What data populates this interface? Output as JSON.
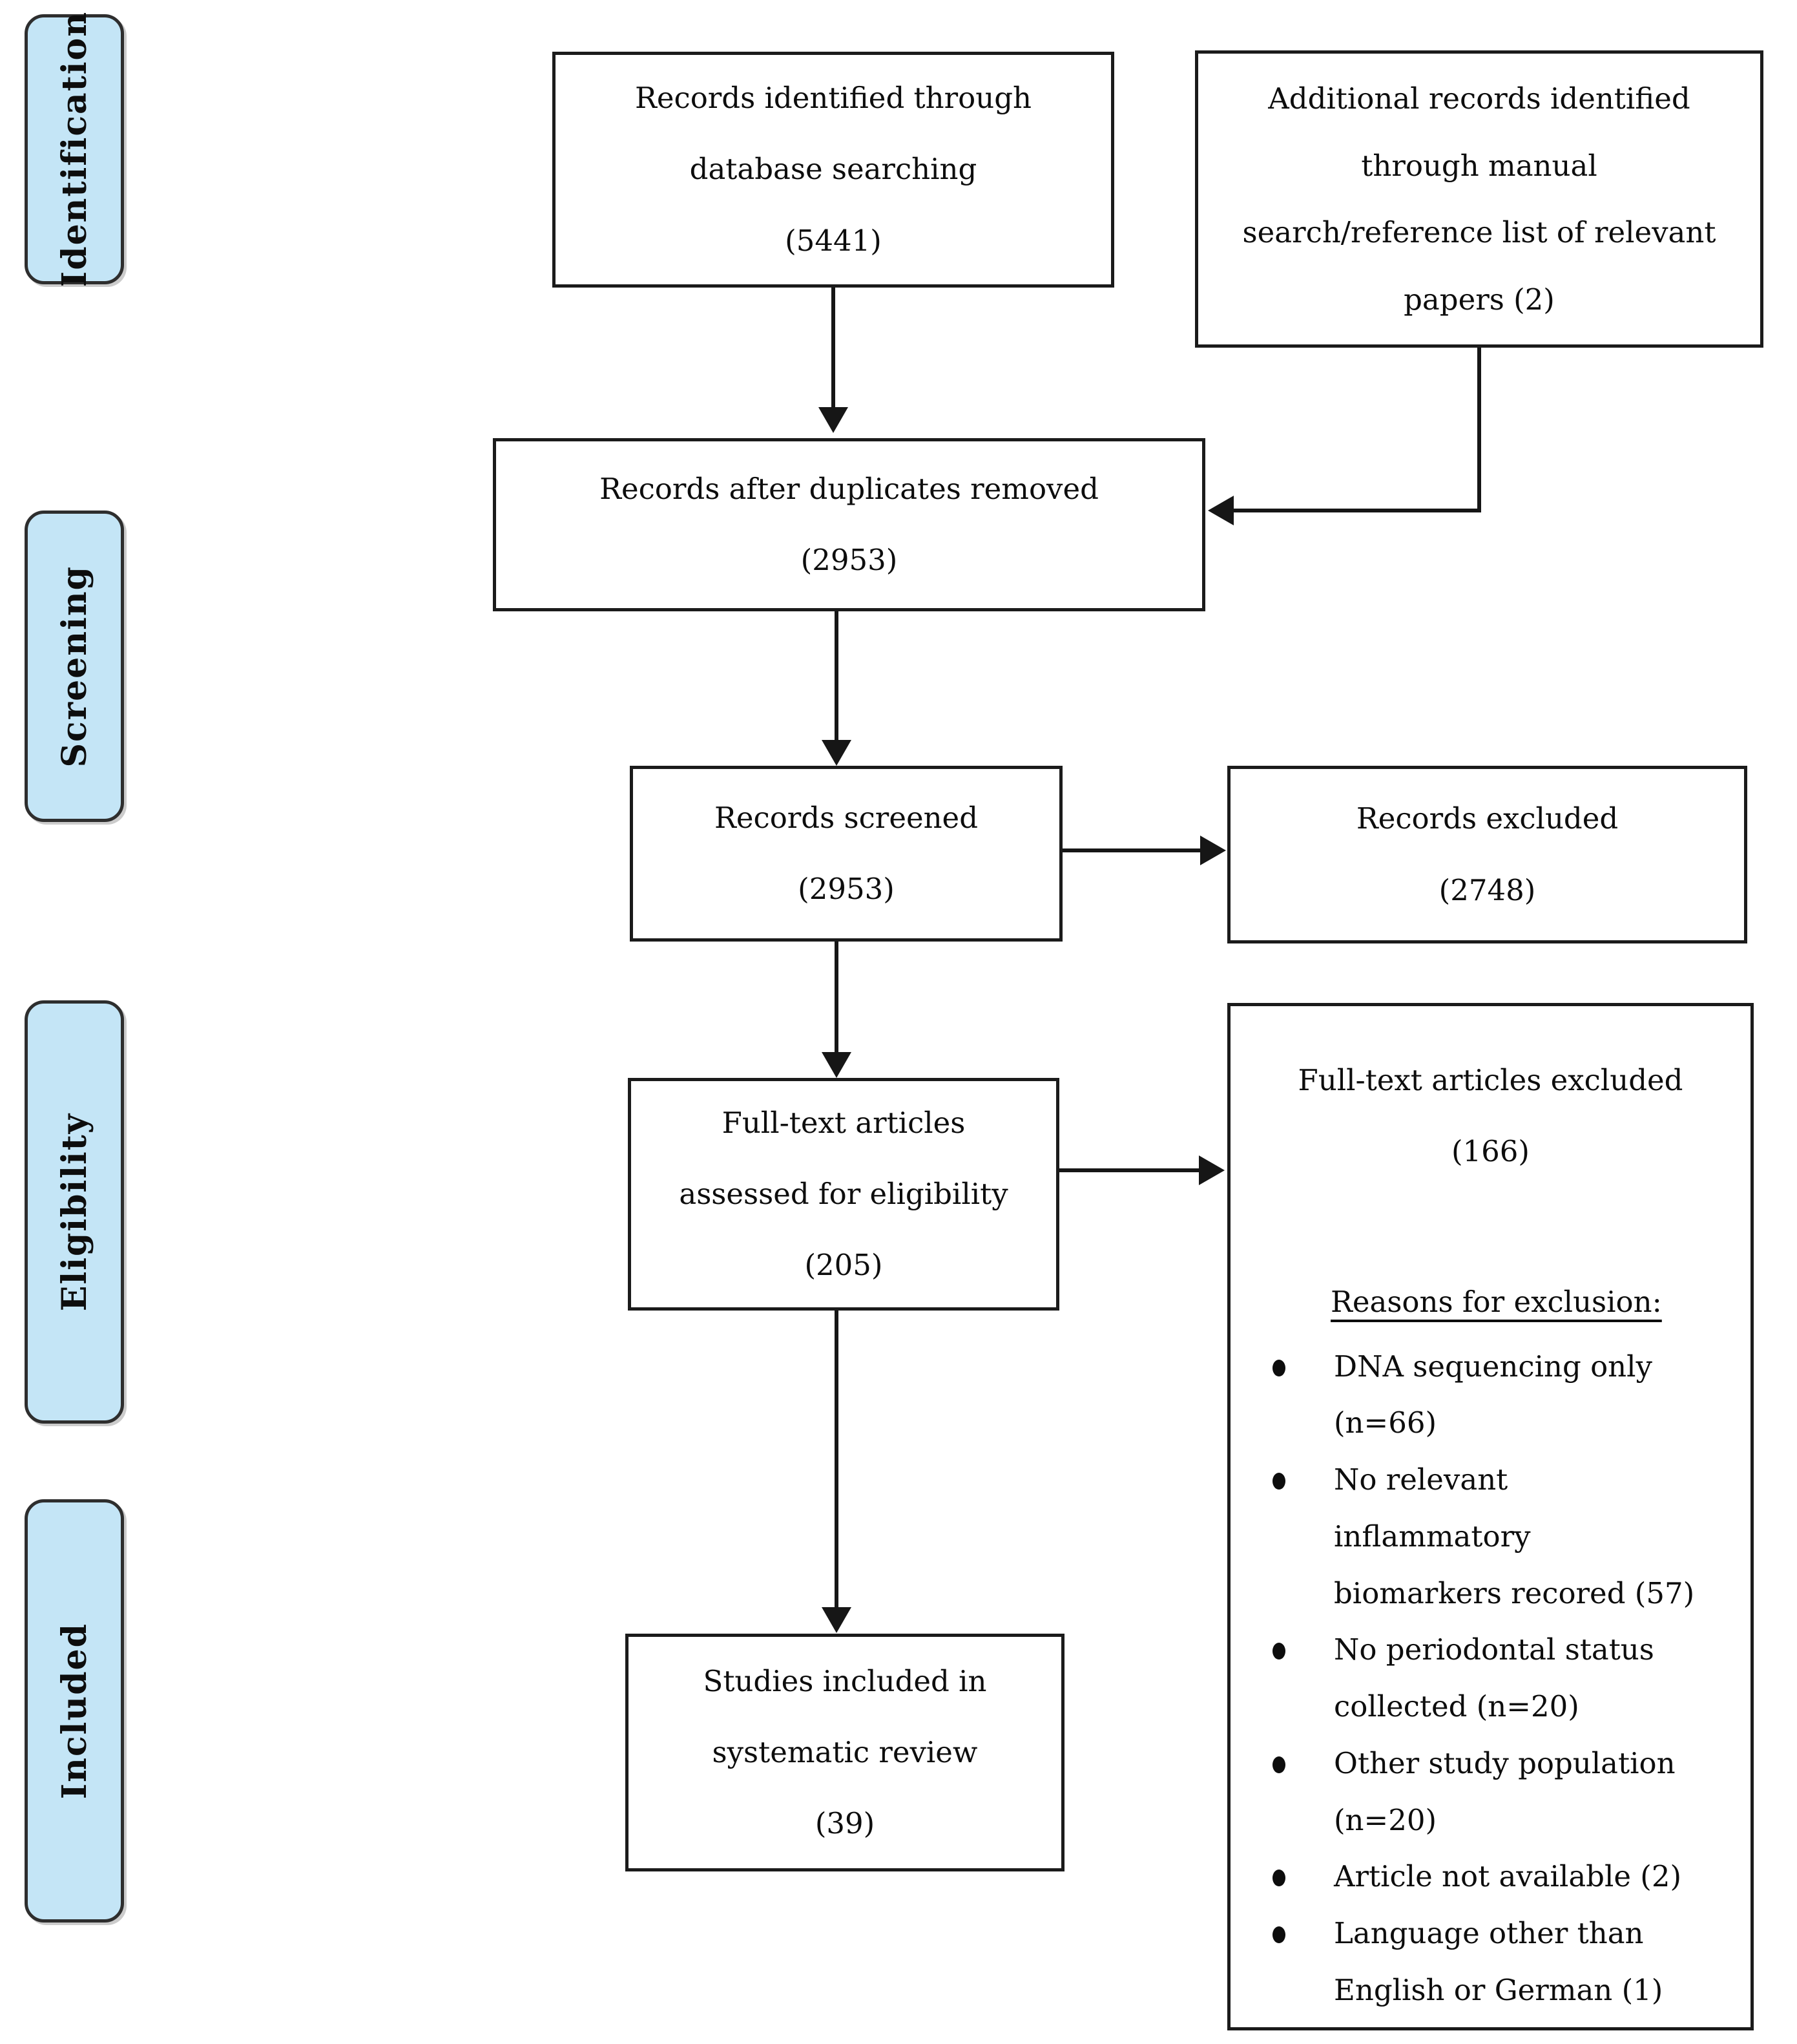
{
  "sidebar": {
    "identification": "Identification",
    "screening": "Screening",
    "eligibility": "Eligibility",
    "included": "Included"
  },
  "flow": {
    "records_identified": "Records identified through\ndatabase searching\n(5441)",
    "additional_records": "Additional records identified\nthrough manual\nsearch/reference list of relevant\npapers (2)",
    "duplicates_removed": "Records after duplicates removed\n(2953)",
    "records_screened": "Records screened\n(2953)",
    "records_excluded": "Records excluded\n(2748)",
    "fulltext_assessed": "Full-text articles\nassessed for eligibility\n(205)",
    "studies_included": "Studies included in\nsystematic review\n(39)"
  },
  "exclusion": {
    "title": "Full-text articles excluded\n(166)",
    "reasons_heading": "Reasons for exclusion:",
    "reasons": [
      "DNA sequencing only\n(n=66)",
      "No relevant\ninflammatory\nbiomarkers recored (57)",
      "No periodontal status\ncollected (n=20)",
      "Other study population\n(n=20)",
      "Article not available (2)",
      "Language other than\nEnglish or German (1)"
    ]
  },
  "colors": {
    "stage_fill": "#c4e5f6",
    "box_border": "#1b1b1b",
    "arrow": "#161616"
  }
}
